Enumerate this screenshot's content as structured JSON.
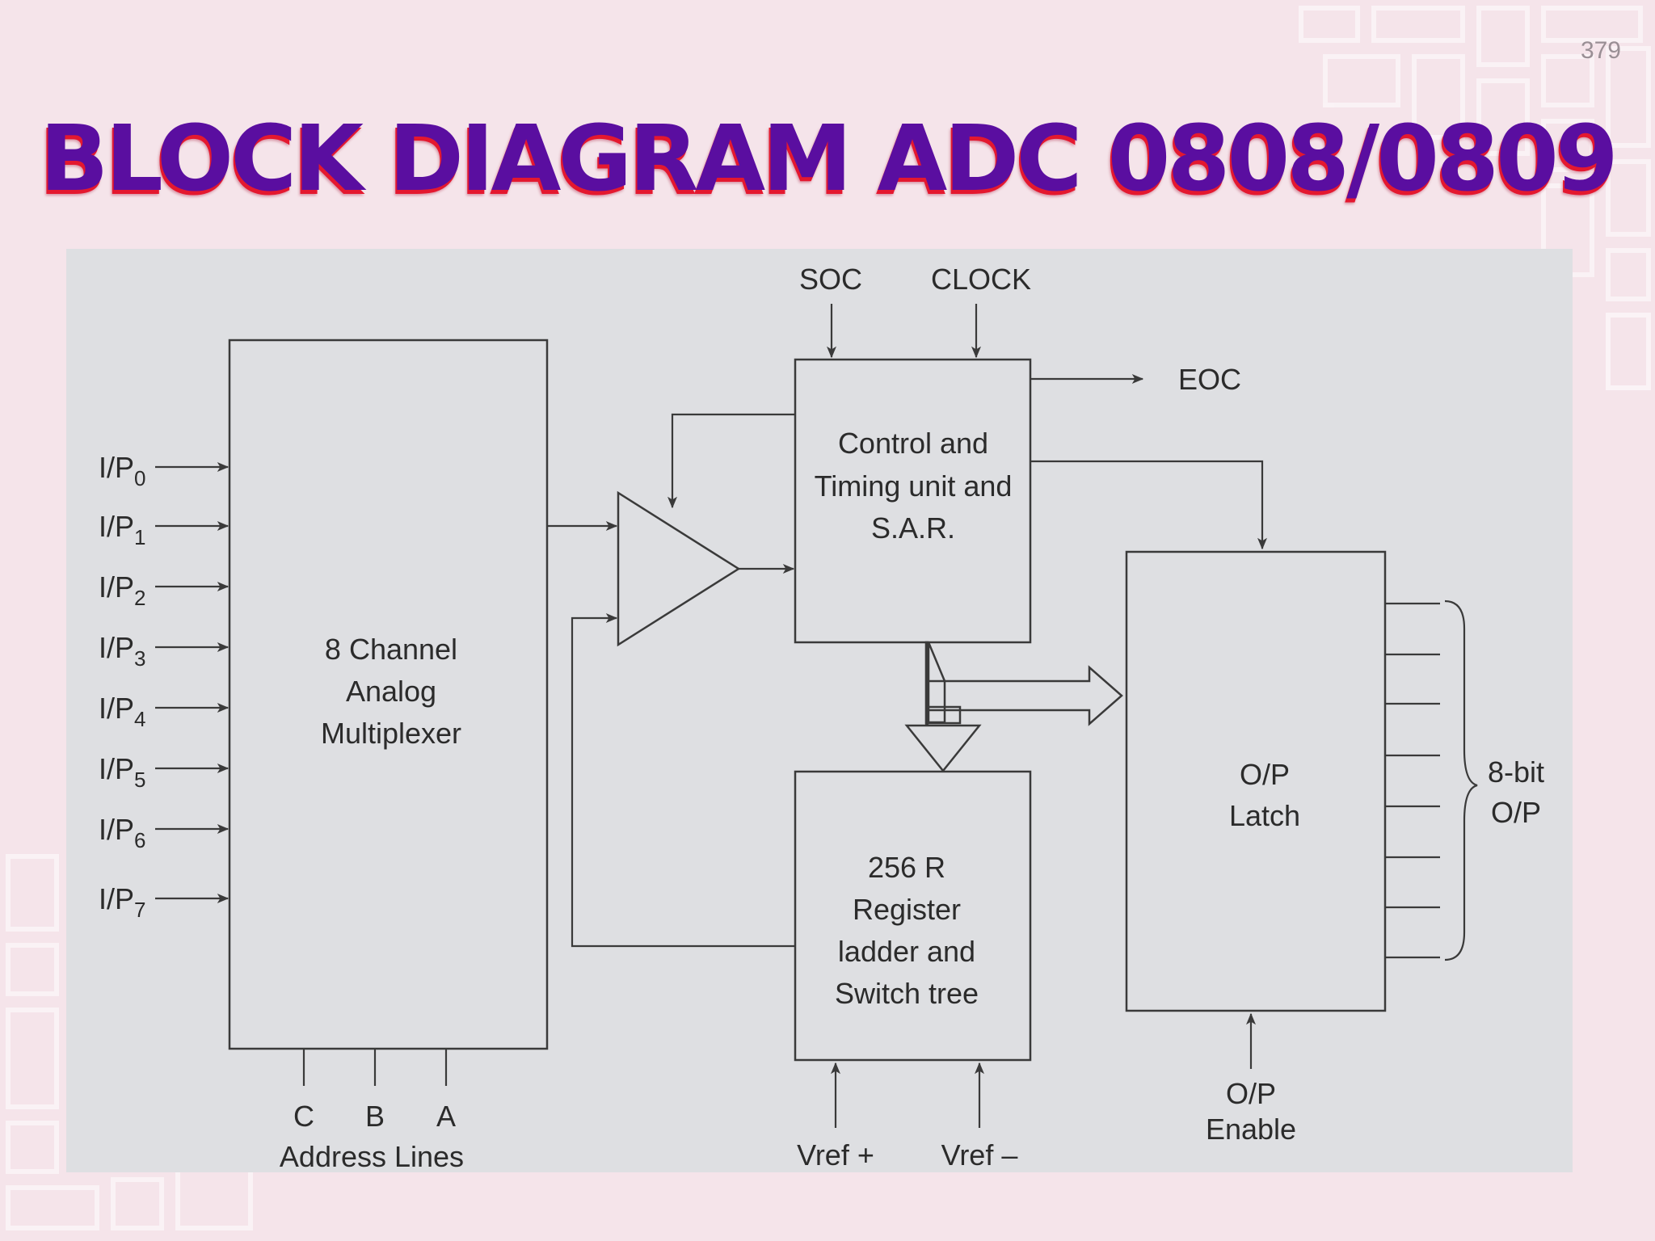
{
  "page": {
    "number": "379",
    "title": "BLOCK DIAGRAM ADC 0808/0809"
  },
  "diagram": {
    "inputs": [
      {
        "base": "I/P",
        "sub": "0"
      },
      {
        "base": "I/P",
        "sub": "1"
      },
      {
        "base": "I/P",
        "sub": "2"
      },
      {
        "base": "I/P",
        "sub": "3"
      },
      {
        "base": "I/P",
        "sub": "4"
      },
      {
        "base": "I/P",
        "sub": "5"
      },
      {
        "base": "I/P",
        "sub": "6"
      },
      {
        "base": "I/P",
        "sub": "7"
      }
    ],
    "multiplexer": {
      "lines": [
        "8 Channel",
        "Analog",
        "Multiplexer"
      ]
    },
    "control": {
      "lines": [
        "Control and",
        "Timing unit and",
        "S.A.R."
      ]
    },
    "ladder": {
      "lines": [
        "256 R",
        "Register",
        "ladder and",
        "Switch tree"
      ]
    },
    "latch": {
      "lines": [
        "O/P",
        "Latch"
      ]
    },
    "signals": {
      "soc": "SOC",
      "clock": "CLOCK",
      "eoc": "EOC",
      "vref_plus": "Vref +",
      "vref_minus": "Vref –",
      "op_enable": [
        "O/P",
        "Enable"
      ],
      "output": [
        "8-bit",
        "O/P"
      ]
    },
    "address": {
      "lines": [
        "C",
        "B",
        "A"
      ],
      "caption": "Address Lines"
    }
  }
}
